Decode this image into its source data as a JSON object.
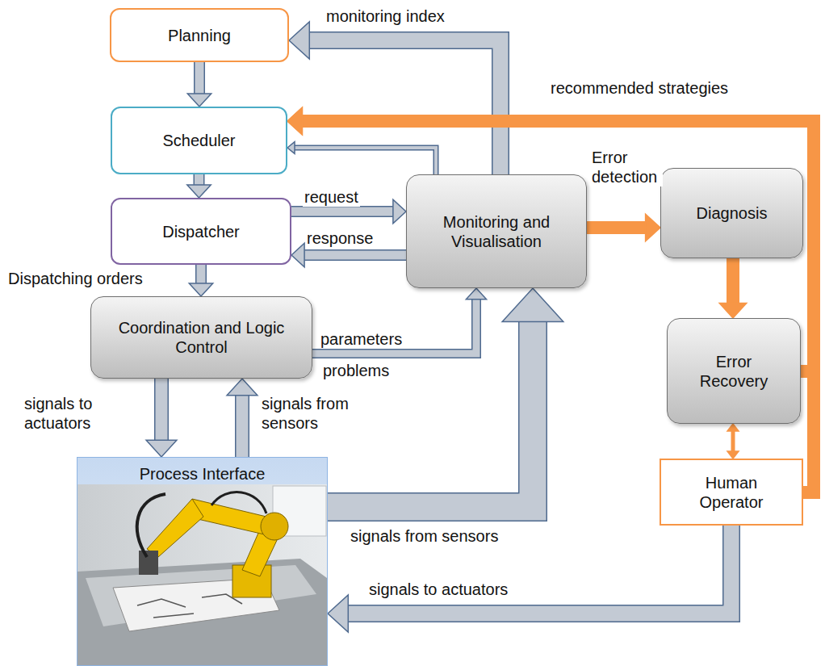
{
  "diagram": {
    "nodes": [
      {
        "text": [
          "Planning"
        ]
      },
      {
        "text": [
          "Scheduler"
        ]
      },
      {
        "text": [
          "Dispatcher"
        ]
      },
      {
        "text": [
          "Monitoring and Visualisation"
        ]
      },
      {
        "text": [
          "Diagnosis"
        ]
      },
      {
        "text": [
          "Coordination and Logic Control"
        ]
      },
      {
        "text": [
          "Error Recovery"
        ]
      },
      {
        "text": [
          "Process Interface"
        ]
      },
      {
        "text": [
          "Human Operator"
        ]
      }
    ],
    "edges": [
      {
        "from": 0,
        "to": 1,
        "arrow": "to"
      },
      {
        "from": 1,
        "to": 2,
        "arrow": "to"
      },
      {
        "from": 2,
        "to": 3,
        "label": "request",
        "arrow": "to"
      },
      {
        "from": 3,
        "to": 2,
        "label": "response",
        "arrow": "to"
      },
      {
        "from": 2,
        "to": 5,
        "label": "Dispatching orders",
        "arrow": "to"
      },
      {
        "from": 3,
        "to": 0,
        "label": "monitoring index",
        "arrow": "to"
      },
      {
        "from": 3,
        "to": 1,
        "arrow": "to"
      },
      {
        "from": 6,
        "to": 1,
        "label": "recommended strategies",
        "arrow": "to"
      },
      {
        "from": 8,
        "to": 1,
        "arrow": "to"
      },
      {
        "from": 3,
        "to": 4,
        "label": "Error detection",
        "arrow": "to"
      },
      {
        "from": 4,
        "to": 6,
        "arrow": "to"
      },
      {
        "from": 6,
        "to": 8,
        "arrow": "both"
      },
      {
        "from": 5,
        "to": 7,
        "label": "signals to actuators",
        "arrow": "to"
      },
      {
        "from": 7,
        "to": 5,
        "label": "signals from sensors",
        "arrow": "to"
      },
      {
        "from": 5,
        "to": 3,
        "label": "parameters",
        "arrow": "to"
      },
      {
        "from": 7,
        "to": 3,
        "label": "signals from sensors",
        "arrow": "to"
      },
      {
        "from": 8,
        "to": 7,
        "label": "signals to actuators",
        "arrow": "to"
      }
    ],
    "labels": [
      "problems"
    ]
  }
}
